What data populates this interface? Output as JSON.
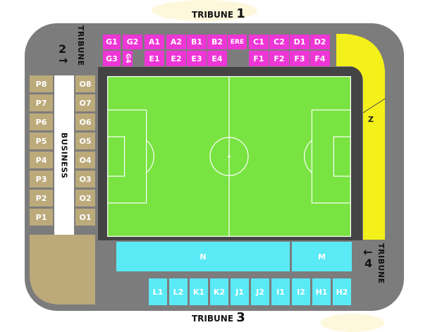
{
  "tribunes": {
    "t1": {
      "label": "TRIBUNE",
      "num": "1"
    },
    "t2": {
      "label": "TRIBUNE",
      "num": "2"
    },
    "t3": {
      "label": "TRIBUNE",
      "num": "3"
    },
    "t4": {
      "label": "TRIBUNE",
      "num": "4"
    }
  },
  "arrows": {
    "t2": "→",
    "t4": "←"
  },
  "sections": {
    "g1": "G1",
    "g2": "G2",
    "a1": "A1",
    "a2": "A2",
    "b1": "B1",
    "b2": "B2",
    "ere": "ERE",
    "c1": "C1",
    "c2": "C2",
    "d1": "D1",
    "d2": "D2",
    "g3": "G3",
    "g4": "G4",
    "e1": "E1",
    "e2": "E2",
    "e3": "E3",
    "e4": "E4",
    "f1": "F1",
    "f2": "F2",
    "f3": "F3",
    "f4": "F4",
    "p8": "P8",
    "p7": "P7",
    "p6": "P6",
    "p5": "P5",
    "p4": "P4",
    "p3": "P3",
    "p2": "P2",
    "p1": "P1",
    "o8": "O8",
    "o7": "O7",
    "o6": "O6",
    "o5": "O5",
    "o4": "O4",
    "o3": "O3",
    "o2": "O2",
    "o1": "O1",
    "business": "BUSINESS",
    "n": "N",
    "m": "M",
    "z": "Z",
    "l1": "L1",
    "l2": "L2",
    "k1": "K1",
    "k2": "K2",
    "j1": "J1",
    "j2": "J2",
    "i1": "I1",
    "i2": "I2",
    "h1": "H1",
    "h2": "H2"
  },
  "colors": {
    "pink": "#ee36d6",
    "cyan": "#5aeaf6",
    "olive": "#bcaa7b",
    "yellow": "#f4f01a",
    "pitch": "#79e342",
    "stand": "#7c7c7c",
    "pitch_border": "#444444"
  }
}
